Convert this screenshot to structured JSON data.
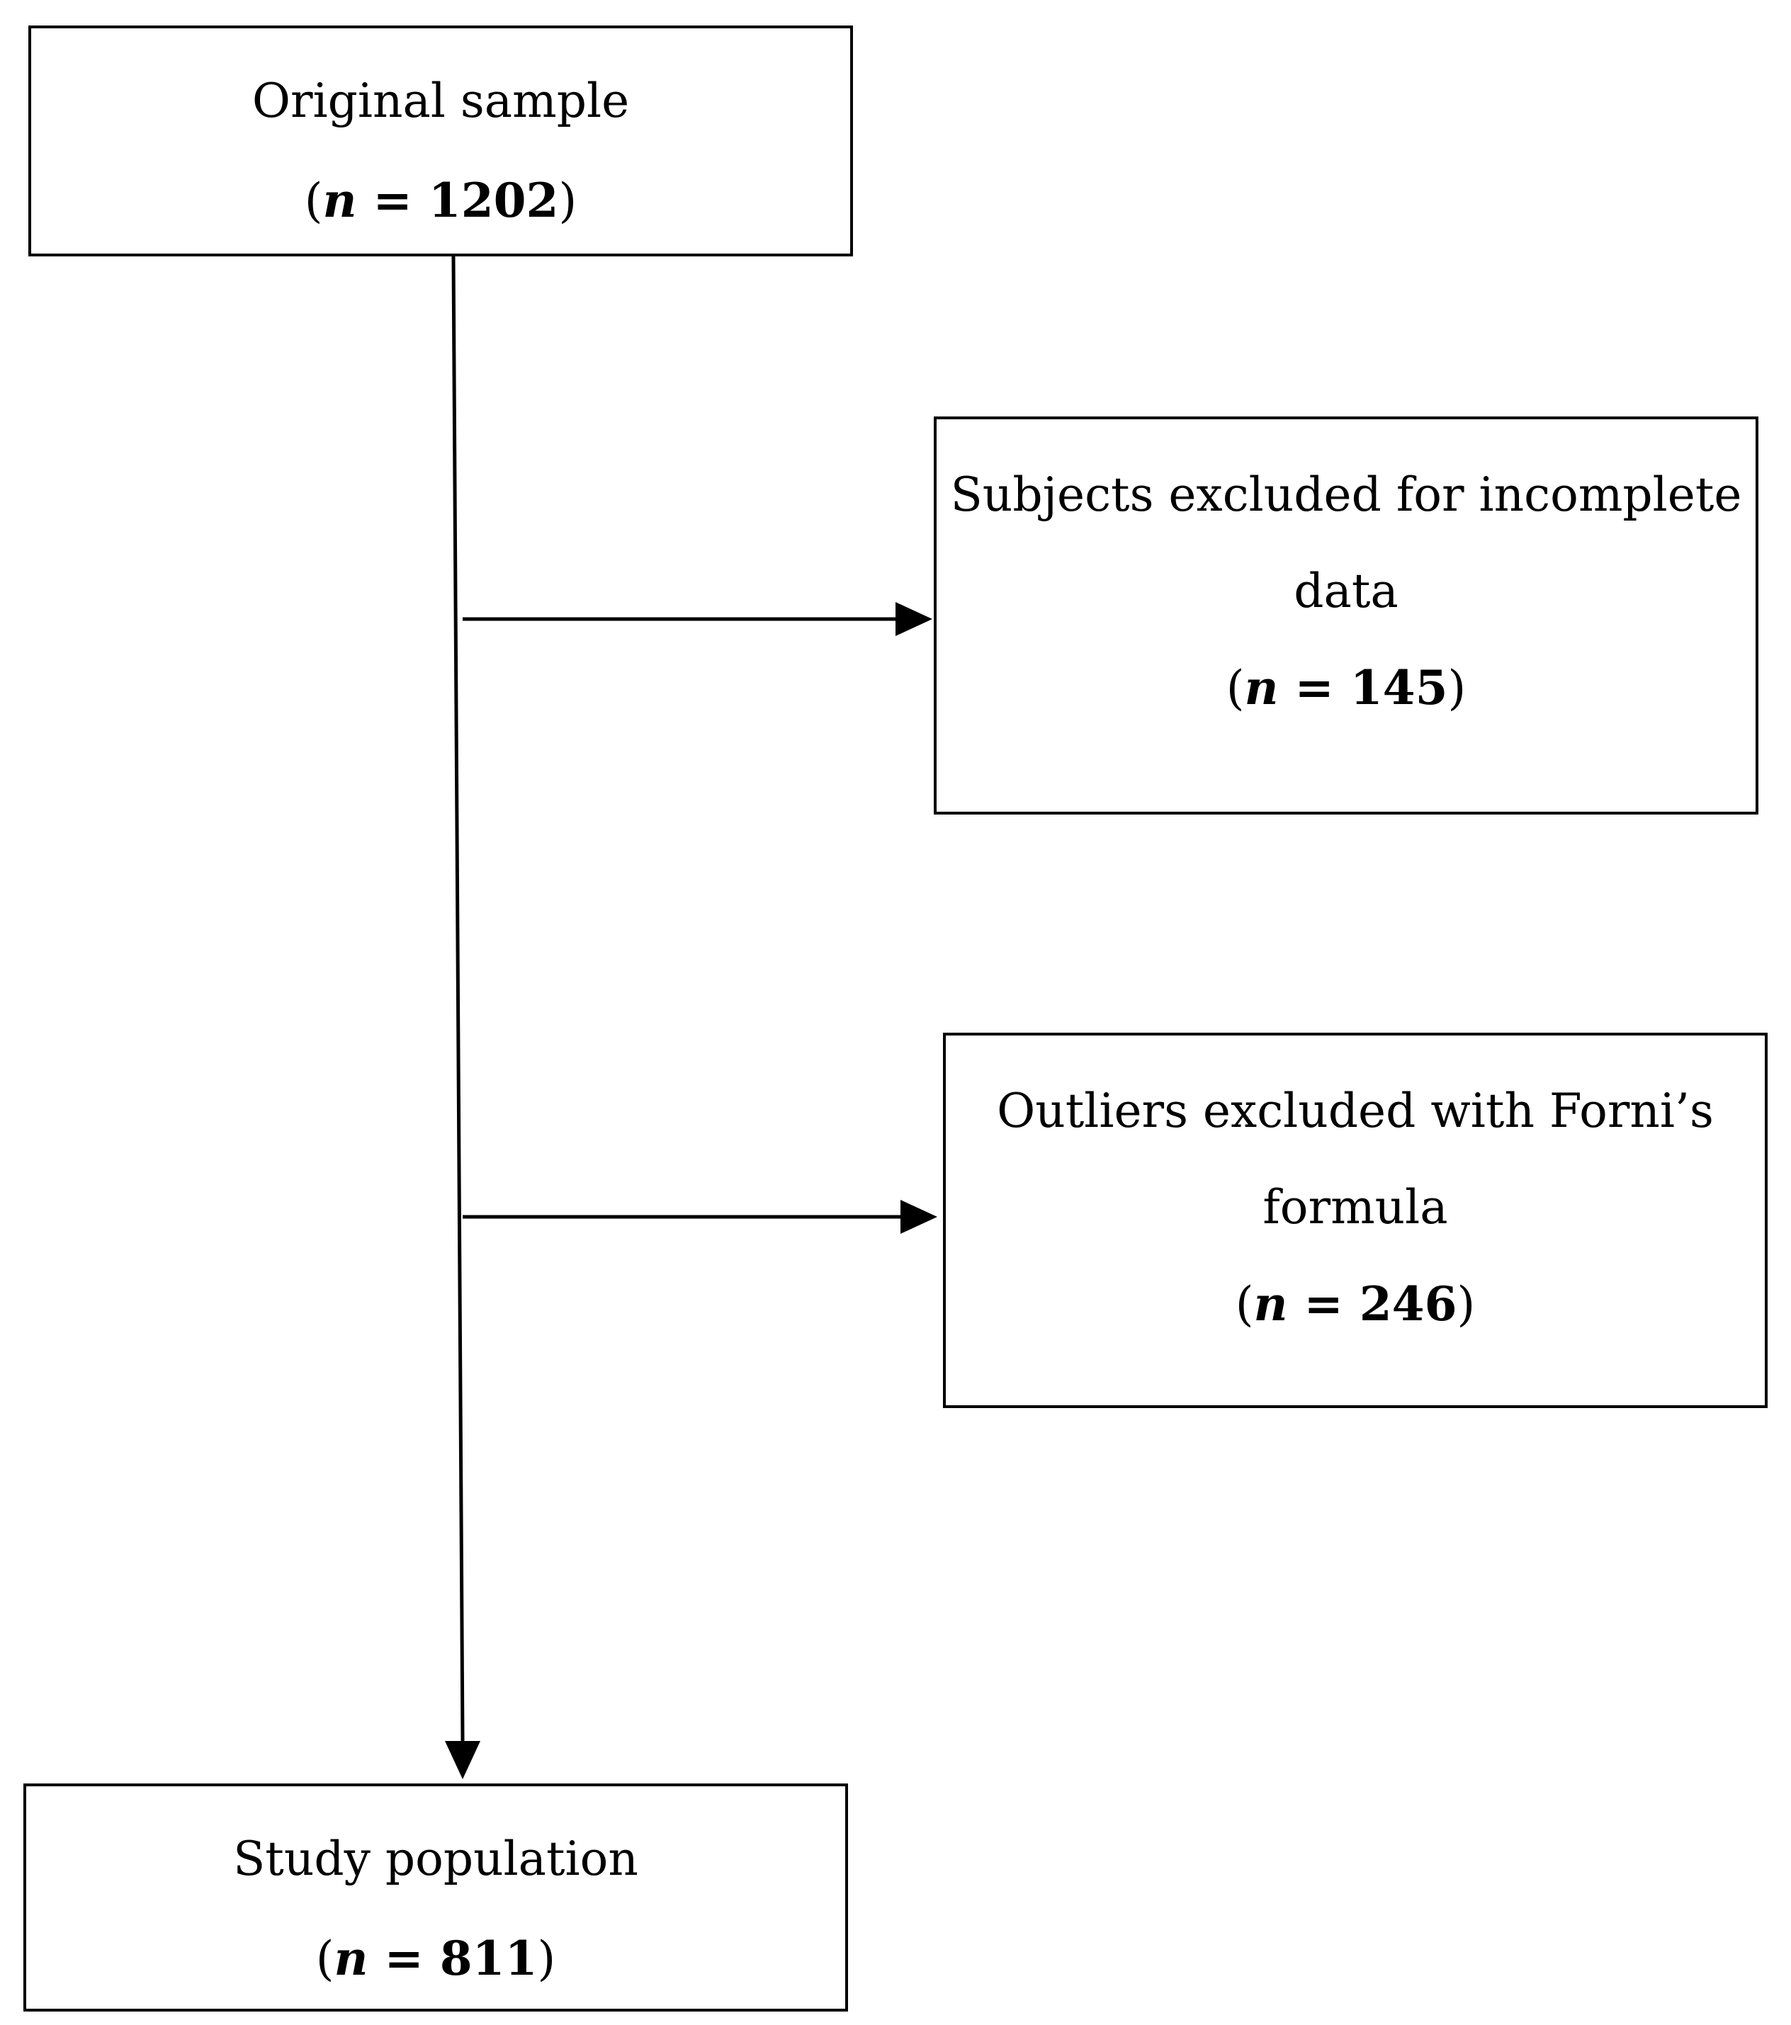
{
  "boxes": {
    "original": {
      "title": "Original sample",
      "n_symbol": "n",
      "n_value": "1202"
    },
    "excluded_incomplete": {
      "title_line1": "Subjects excluded for incomplete",
      "title_line2": "data",
      "n_symbol": "n",
      "n_value": "145"
    },
    "outliers": {
      "title_line1": "Outliers excluded with Forni’s",
      "title_line2": "formula",
      "n_symbol": "n",
      "n_value": "246"
    },
    "study": {
      "title": "Study population",
      "n_symbol": "n",
      "n_value": "811"
    }
  }
}
